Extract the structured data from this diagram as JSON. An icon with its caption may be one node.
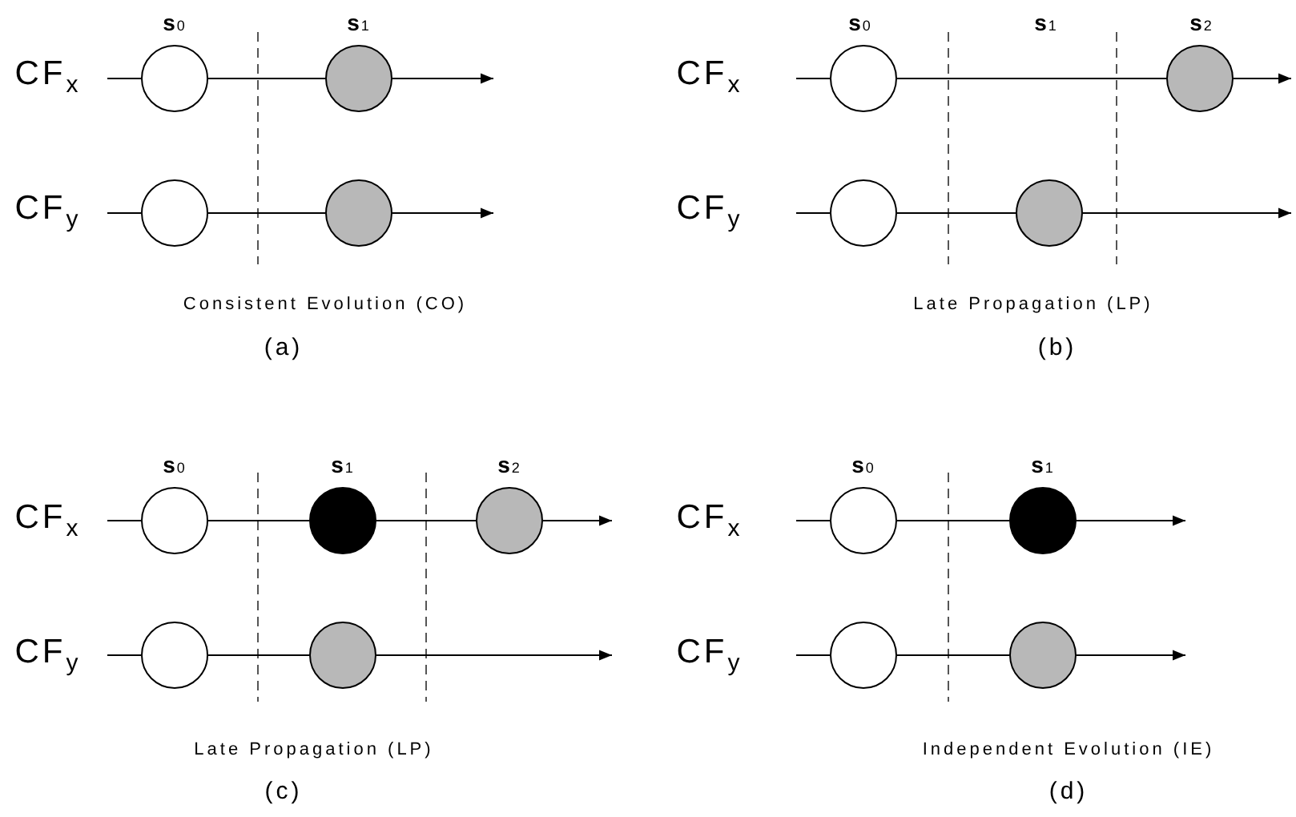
{
  "diagram": {
    "nodes": [
      {
        "text": [],
        "shape": "circle"
      },
      {
        "text": [],
        "shape": "circle"
      },
      {
        "text": [],
        "shape": "circle"
      },
      {
        "text": [],
        "shape": "circle"
      },
      {
        "text": [],
        "shape": "circle"
      },
      {
        "text": [],
        "shape": "circle"
      },
      {
        "text": [],
        "shape": "circle"
      },
      {
        "text": [],
        "shape": "circle"
      },
      {
        "text": [],
        "shape": "circle"
      },
      {
        "text": [],
        "shape": "circle"
      },
      {
        "text": [],
        "shape": "circle"
      },
      {
        "text": [],
        "shape": "circle"
      },
      {
        "text": [],
        "shape": "circle"
      },
      {
        "text": [],
        "shape": "circle"
      },
      {
        "text": [],
        "shape": "circle"
      },
      {
        "text": [],
        "shape": "circle"
      },
      {
        "text": [],
        "shape": "circle"
      }
    ],
    "edges": [
      {
        "from": null,
        "to": 0,
        "arrow": "none"
      },
      {
        "from": 0,
        "to": 1,
        "arrow": "none"
      },
      {
        "from": 1,
        "to": null,
        "arrow": "to"
      },
      {
        "from": null,
        "to": 2,
        "arrow": "none"
      },
      {
        "from": 2,
        "to": 3,
        "arrow": "none"
      },
      {
        "from": 3,
        "to": null,
        "arrow": "to"
      },
      {
        "from": null,
        "to": 4,
        "arrow": "none"
      },
      {
        "from": 4,
        "to": 5,
        "arrow": "none"
      },
      {
        "from": 5,
        "to": null,
        "arrow": "to"
      },
      {
        "from": null,
        "to": 6,
        "arrow": "none"
      },
      {
        "from": 6,
        "to": 7,
        "arrow": "none"
      },
      {
        "from": 7,
        "to": null,
        "arrow": "to"
      },
      {
        "from": null,
        "to": 8,
        "arrow": "none"
      },
      {
        "from": 8,
        "to": 9,
        "arrow": "none"
      },
      {
        "from": 9,
        "to": 10,
        "arrow": "none"
      },
      {
        "from": 10,
        "to": null,
        "arrow": "to"
      },
      {
        "from": null,
        "to": 11,
        "arrow": "none"
      },
      {
        "from": 11,
        "to": 12,
        "arrow": "none"
      },
      {
        "from": 12,
        "to": null,
        "arrow": "to"
      },
      {
        "from": null,
        "to": 13,
        "arrow": "none"
      },
      {
        "from": 13,
        "to": 14,
        "arrow": "none"
      },
      {
        "from": 14,
        "to": null,
        "arrow": "to"
      },
      {
        "from": null,
        "to": 15,
        "arrow": "none"
      },
      {
        "from": 15,
        "to": 16,
        "arrow": "none"
      },
      {
        "from": 16,
        "to": null,
        "arrow": "to"
      }
    ],
    "labels": [
      "s$_{0}$",
      "s$_{1}$",
      "CF$_{x}$",
      "CF$_{y}$",
      "Consistent Evolution (CO)",
      "(a)",
      "s$_{0}$",
      "s$_{1}$",
      "s$_{2}$",
      "CF$_{x}$",
      "CF$_{y}$",
      "Late Propagation (LP)",
      "(b)",
      "s$_{0}$",
      "s$_{1}$",
      "s$_{2}$",
      "CF$_{x}$",
      "CF$_{y}$",
      "Late Propagation (LP)",
      "(c)",
      "s$_{0}$",
      "s$_{1}$",
      "CF$_{x}$",
      "CF$_{y}$",
      "Independent Evolution (IE)",
      "(d)"
    ]
  }
}
